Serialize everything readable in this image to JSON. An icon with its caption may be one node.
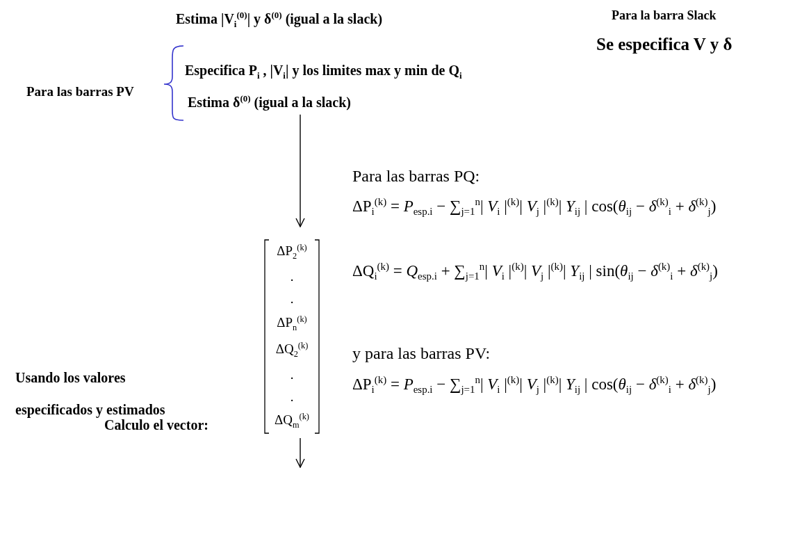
{
  "diagram": {
    "nodes": [
      {
        "text": [
          "Estima δ$^{(0)}$ (igual a la slack)"
        ]
      },
      {
        "text": [
          "ΔP$_{2}$$^{(k)}$",
          ".",
          ".",
          "ΔP$_{n}$$^{(k)}$",
          "ΔQ$_{2}$$^{(k)}$",
          ".",
          ".",
          "ΔQ$_{m}$$^{(k)}$"
        ]
      }
    ],
    "edges": [
      {
        "from": 0,
        "to": 1,
        "arrow": "to"
      },
      {
        "from": 1,
        "to": null,
        "arrow": "to"
      }
    ],
    "labels": [
      "Estima |V$_{i}$$^{(0)}$| y δ$^{(0)}$ (igual a la slack)",
      "Para la barra Slack",
      "Se especifica V y δ",
      "Para las barras PV",
      "Especifica P$_{i}$ , |V$_{i}$| y los limites max y min de Q$_{i}$",
      "Para las barras PQ:",
      "ΔP$_{i}$$^{(k)}$ = *P*$_{esp.i}$ − ∑$_{j=1}$$^{n}$| *V*$_{i}$ |$^{(k)}$| *V*$_{j}$ |$^{(k)}$| *Y*$_{ij}$ | cos(*θ*$_{ij}$ − *δ*$^{(k)}$$_{i}$ + *δ*$^{(k)}$$_{j}$)",
      "ΔQ$_{i}$$^{(k)}$ = *Q*$_{esp.i}$ + ∑$_{j=1}$$^{n}$| *V*$_{i}$ |$^{(k)}$| *V*$_{j}$ |$^{(k)}$| *Y*$_{ij}$ | sin(*θ*$_{ij}$ − *δ*$^{(k)}$$_{i}$ + *δ*$^{(k)}$$_{j}$)",
      "y para las barras PV:",
      "ΔP$_{i}$$^{(k)}$ = *P*$_{esp.i}$ − ∑$_{j=1}$$^{n}$| *V*$_{i}$ |$^{(k)}$| *V*$_{j}$ |$^{(k)}$| *Y*$_{ij}$ | cos(*θ*$_{ij}$ − *δ*$^{(k)}$$_{i}$ + *δ*$^{(k)}$$_{j}$)",
      "Usando los valores especificados y estimados",
      "Calculo el vector:"
    ]
  }
}
